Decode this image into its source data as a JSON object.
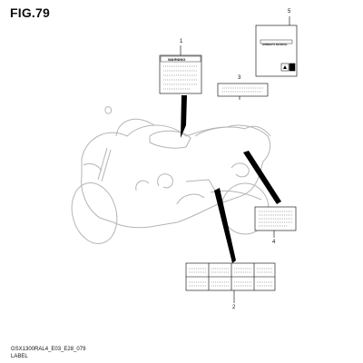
{
  "figure": {
    "title": "FIG.79",
    "code": "GSX1300RAL4_E03_E28_079",
    "section": "LABEL"
  },
  "callouts": [
    {
      "number": "1"
    },
    {
      "number": "2"
    },
    {
      "number": "3"
    },
    {
      "number": "4"
    },
    {
      "number": "5"
    }
  ],
  "labels": {
    "warning_text": "WARNING",
    "manual_text": "OWNER'S MANUAL"
  }
}
